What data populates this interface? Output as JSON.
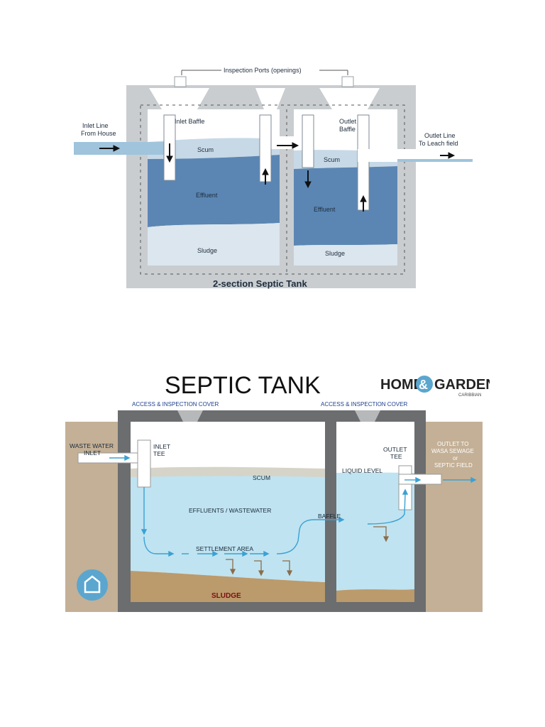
{
  "figure1": {
    "title": "2-section Septic Tank",
    "inspection_ports": "Inspection Ports (openings)",
    "inlet_baffle": "Inlet Baffle",
    "outlet_baffle_line1": "Outlet",
    "outlet_baffle_line2": "Baffle",
    "inlet_line_1": "Inlet Line",
    "inlet_line_2": "From House",
    "outlet_line_1": "Outlet Line",
    "outlet_line_2": "To Leach field",
    "scum_left": "Scum",
    "scum_right": "Scum",
    "effluent_left": "Effluent",
    "effluent_right": "Effluent",
    "sludge_left": "Sludge",
    "sludge_right": "Sludge",
    "colors": {
      "frame": "#c9cdd0",
      "effluent": "#5b86b3",
      "scum": "#c7d9e6",
      "sludge": "#dbe6ee",
      "pipe": "#9fc4dc"
    }
  },
  "figure2": {
    "title": "SEPTIC TANK",
    "logo_home": "HOME",
    "logo_amp": "&",
    "logo_garden": "GARDEN",
    "logo_sub": "CARIBBIAN",
    "access_left": "ACCESS & INSPECTION COVER",
    "access_right": "ACCESS & INSPECTION COVER",
    "waste_water_1": "WASTE WATER",
    "waste_water_2": "INLET",
    "inlet_tee_1": "INLET",
    "inlet_tee_2": "TEE",
    "outlet_tee_1": "OUTLET",
    "outlet_tee_2": "TEE",
    "liquid_level": "LIQUID LEVEL",
    "outlet_to_1": "OUTLET TO",
    "outlet_to_2": "WASA SEWAGE",
    "outlet_to_3": "or",
    "outlet_to_4": "SEPTIC FIELD",
    "scum": "SCUM",
    "effluents": "EFFLUENTS / WASTEWATER",
    "baffle": "BAFFLE",
    "settlement": "SETTLEMENT AREA",
    "sludge": "SLUDGE",
    "colors": {
      "soil": "#c4b096",
      "wall": "#6b6d6f",
      "water": "#bfe3f1",
      "sludge": "#bb9a6c",
      "arrow": "#3aa1d4",
      "logo_badge": "#5aa6cf"
    }
  }
}
